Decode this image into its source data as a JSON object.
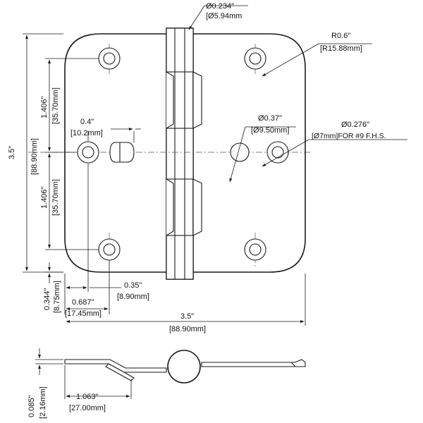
{
  "dimensions": {
    "pin_diameter": {
      "in": "Ø0.234\"",
      "mm": "[Ø5.94mm"
    },
    "corner_radius": {
      "in": "R0.6\"",
      "mm": "[R15.88mm]"
    },
    "hole_spacing_upper": {
      "in": "1.406\"",
      "mm": "[35.70mm]"
    },
    "hole_spacing_lower": {
      "in": "1.406\"",
      "mm": "[35.70mm]"
    },
    "overall_height": {
      "in": "3.5\"",
      "mm": "[88.90mm]"
    },
    "slot_width": {
      "in": "0.4\"",
      "mm": "[10.2mm]"
    },
    "screw_hole": {
      "in": "Ø0.37\"",
      "mm": "[Ø9.50mm]"
    },
    "counterbore_hole": {
      "in": "Ø0.276\"",
      "mm": "[Ø7mm]FOR #9 F.H.S."
    },
    "edge_offset": {
      "in": "0.344\"",
      "mm": "[8.75mm]"
    },
    "hole_inset": {
      "in": "0.35\"",
      "mm": "[8.90mm]"
    },
    "hole_from_edge": {
      "in": "0.687\"",
      "mm": "[17.45mm]"
    },
    "overall_width": {
      "in": "3.5\"",
      "mm": "[88.90mm]"
    },
    "leaf_thickness": {
      "in": "0.085\"",
      "mm": "[2.16mm]"
    },
    "offset_length": {
      "in": "1.063\"",
      "mm": "[27.00mm]"
    }
  }
}
